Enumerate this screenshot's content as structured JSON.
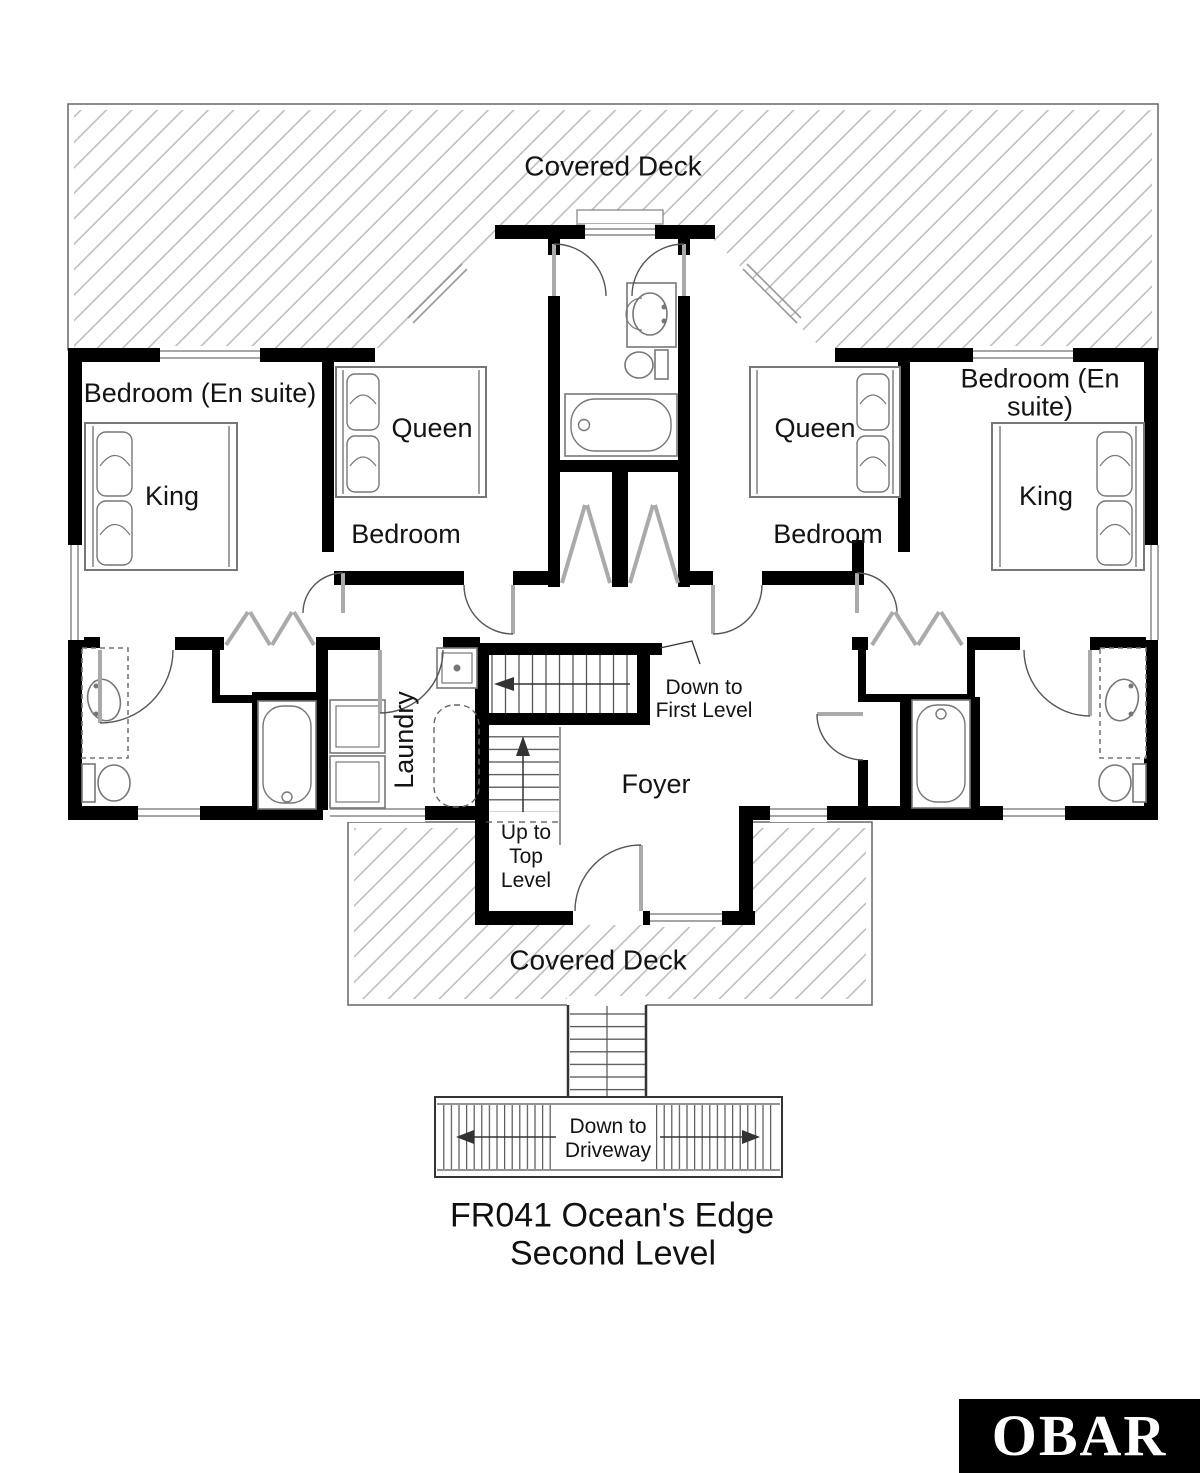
{
  "plan": {
    "labels": {
      "deck_top": "Covered Deck",
      "deck_bottom": "Covered Deck",
      "bedroom_ensuite_left": "Bedroom (En suite)",
      "bedroom_ensuite_right": "Bedroom (En suite)",
      "king_left": "King",
      "king_right": "King",
      "queen_left": "Queen",
      "queen_right": "Queen",
      "bedroom_left": "Bedroom",
      "bedroom_right": "Bedroom",
      "laundry": "Laundry",
      "foyer": "Foyer",
      "down_to_first_level": "Down to\nFirst Level",
      "up_to_top_level": "Up to\nTop\nLevel",
      "down_to_driveway": "Down to\nDriveway"
    },
    "title": {
      "line1": "FR041 Ocean's Edge",
      "line2": "Second Level"
    },
    "logo": {
      "text": "OBAR",
      "bg": "#000000",
      "fg": "#ffffff"
    },
    "colors": {
      "wall": "#000000",
      "hatch_line": "#b5b5b5",
      "outline": "#666666",
      "fixture_line": "#777777",
      "arrow": "#333333"
    }
  }
}
